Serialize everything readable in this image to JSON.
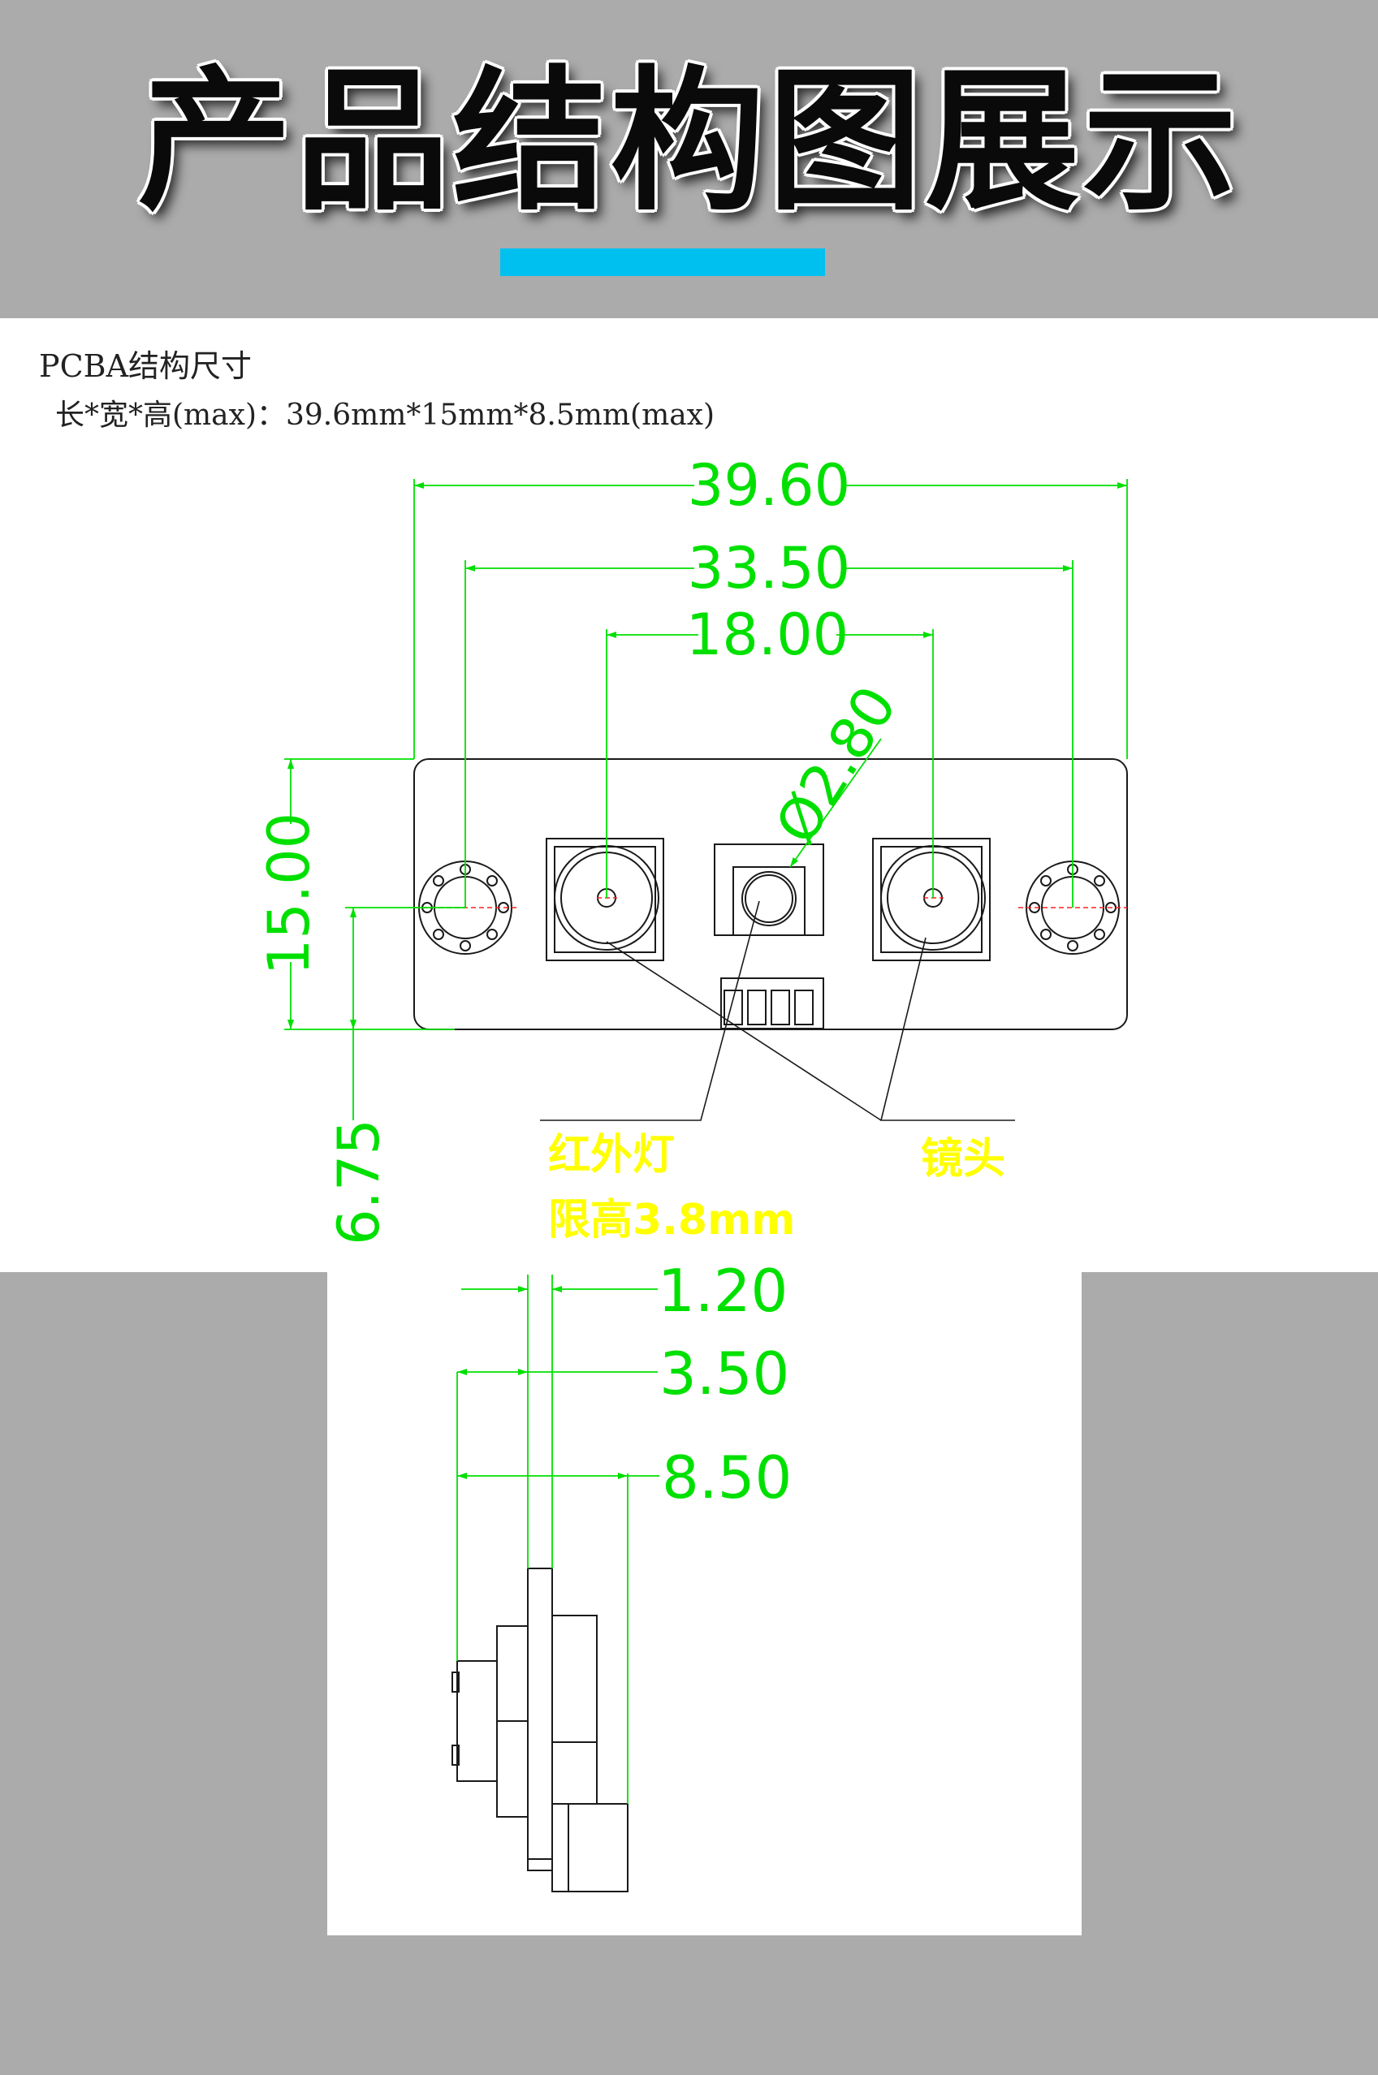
{
  "banner": {
    "title": "产品结构图展示",
    "accent_color": "#00c0f0"
  },
  "spec": {
    "title": "PCBA结构尺寸",
    "dimensions": "长*宽*高(max)：39.6mm*15mm*8.5mm(max)"
  },
  "front_view": {
    "dim_overall_width": "39.60",
    "dim_hole_spacing": "33.50",
    "dim_lens_spacing": "18.00",
    "dim_ir_diameter": "Ø2.80",
    "dim_height": "15.00",
    "dim_center_height": "6.75",
    "label_ir": "红外灯",
    "label_ir_limit": "限高3.8mm",
    "label_lens": "镜头"
  },
  "side_view": {
    "dim_board": "1.20",
    "dim_ir": "3.50",
    "dim_lens": "8.50"
  },
  "colors": {
    "dimension": "#00e000",
    "annotation": "#ffff00",
    "outline": "#1a1a1a",
    "center_mark": "#ff2020"
  }
}
